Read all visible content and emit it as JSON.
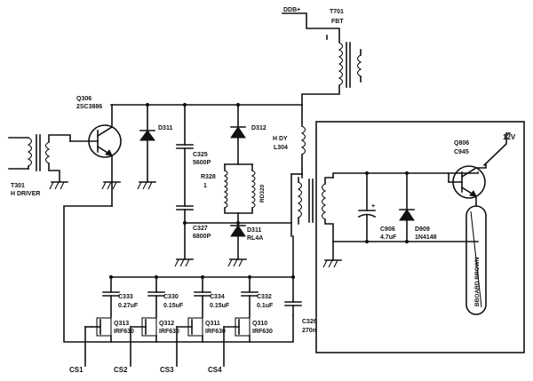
{
  "components": {
    "ddb": "DDB+",
    "t701_ref": "T701",
    "t701_name": "FBT",
    "q306_ref": "Q306",
    "q306_part": "2SC3886",
    "t301_ref": "T301",
    "t301_name": "H DRIVER",
    "d311_top": "D311",
    "c325_ref": "C325",
    "c325_val": "5600P",
    "d312": "D312",
    "r328_ref": "R328",
    "r328_val": "1",
    "l_rot": "RD320",
    "hdy_ref": "H DY",
    "hdy_l": "L304",
    "c327_ref": "C327",
    "c327_val": "6800P",
    "d311_bot_ref": "D311",
    "d311_bot_val": "RL4A",
    "c333_ref": "C333",
    "c333_val": "0.27uF",
    "c330_ref": "C330",
    "c330_val": "0.15uF",
    "c334_ref": "C334",
    "c334_val": "0.15uF",
    "c332_ref": "C332",
    "c332_val": "0.1uF",
    "c326_ref": "C326",
    "c326_val": "270n",
    "q313_ref": "Q313",
    "q313_part": "IRF630",
    "q312_ref": "Q312",
    "q312_part": "IRF630",
    "q311_ref": "Q311",
    "q311_part": "IRF630",
    "q310_ref": "Q310",
    "q310_part": "IRF630",
    "q806_ref": "Q806",
    "q806_part": "C945",
    "v12": "12V",
    "c906_ref": "C906",
    "c906_val": "4.7uF",
    "d909_ref": "D909",
    "d909_val": "1N4148",
    "probe": "BBOARD BROWN"
  },
  "control_lines": [
    "CS1",
    "CS2",
    "CS3",
    "CS4"
  ]
}
